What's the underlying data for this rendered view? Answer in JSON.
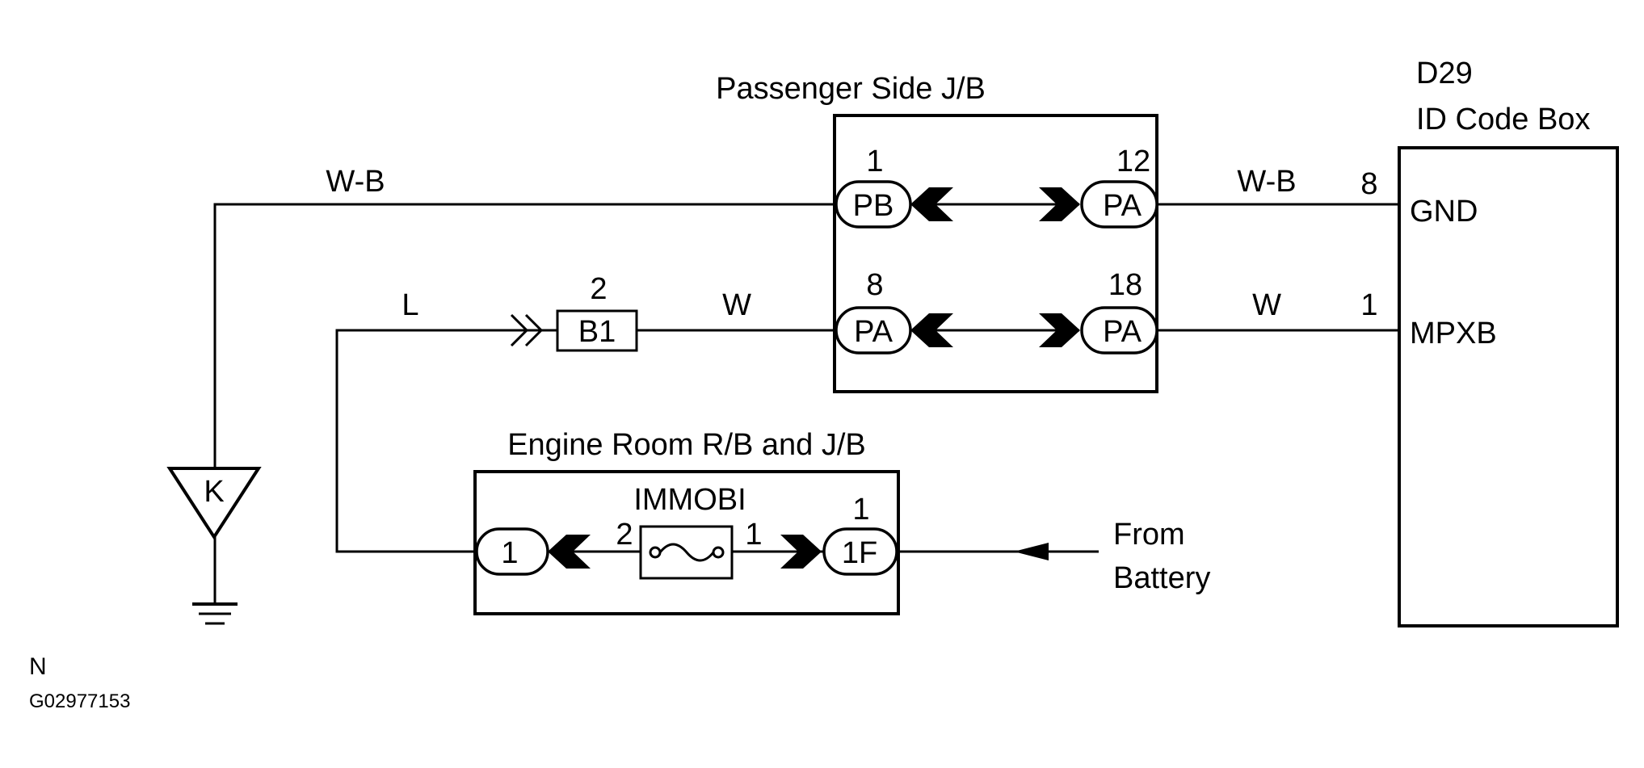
{
  "passenger_jb": {
    "title": "Passenger Side J/B"
  },
  "id_code_box": {
    "code": "D29",
    "title": "ID Code Box",
    "gnd": "GND",
    "mpxb": "MPXB",
    "pin_gnd": "8",
    "pin_mpxb": "1"
  },
  "engine_room": {
    "title": "Engine Room R/B and J/B",
    "fuse": "IMMOBI",
    "fuse_pin_left": "2",
    "fuse_pin_right": "1"
  },
  "connectors": {
    "pb_top_pin": "1",
    "pb_top": "PB",
    "pa_top_right_pin": "12",
    "pa_top_right": "PA",
    "pa_mid_left_pin": "8",
    "pa_mid_left": "PA",
    "pa_mid_right_pin": "18",
    "pa_mid_right": "PA",
    "b1_pin": "2",
    "b1": "B1",
    "er_left": "1",
    "er_right_pin": "1",
    "er_right": "1F"
  },
  "wires": {
    "wb_left": "W-B",
    "wb_right": "W-B",
    "l": "L",
    "w_mid": "W",
    "w_right": "W"
  },
  "ground": {
    "label": "K"
  },
  "source": {
    "line1": "From",
    "line2": "Battery"
  },
  "footer": {
    "n": "N",
    "code": "G02977153"
  }
}
